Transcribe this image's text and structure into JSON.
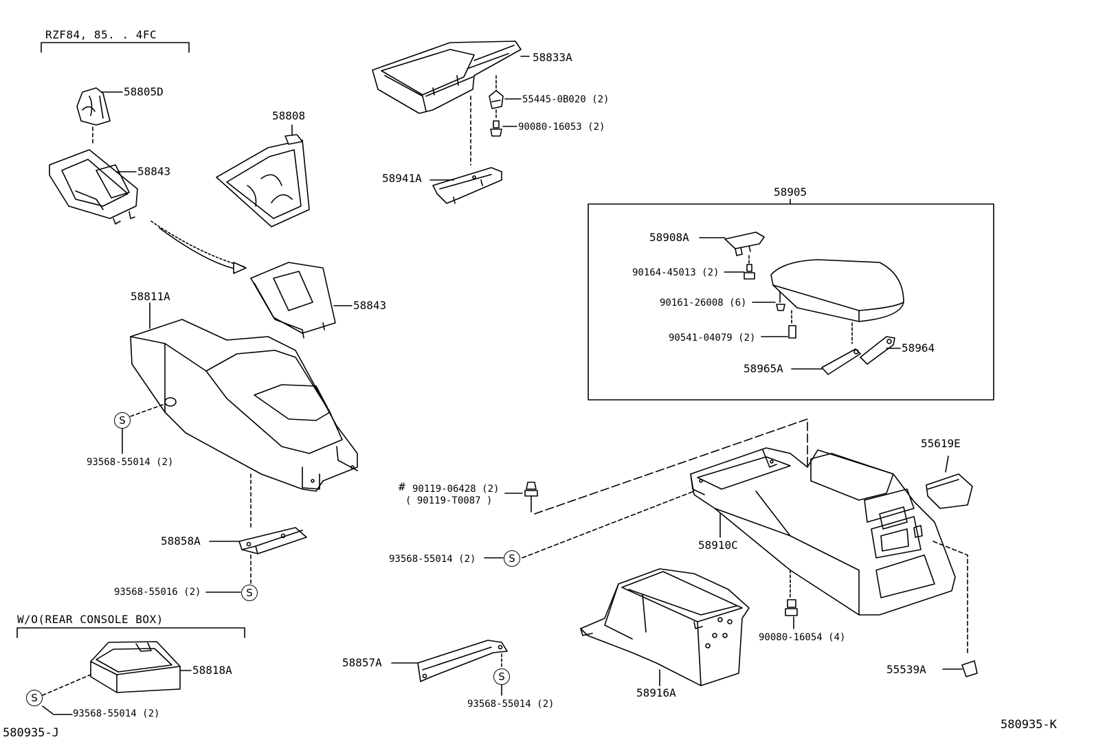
{
  "section_labels": {
    "rzf": "RZF84, 85. . 4FC",
    "wo_rear": "W/O(REAR CONSOLE BOX)",
    "box_58905": "58905"
  },
  "parts": {
    "p58805D": "58805D",
    "p58843a": "58843",
    "p58808": "58808",
    "p58843b": "58843",
    "p58811A": "58811A",
    "p93568_55014_a": "93568-55014 (2)",
    "p58858A": "58858A",
    "p93568_55016": "93568-55016 (2)",
    "p58818A": "58818A",
    "p93568_55014_b": "93568-55014 (2)",
    "p58833A": "58833A",
    "p55445": "55445-0B020 (2)",
    "p90080_16053": "90080-16053 (2)",
    "p58941A": "58941A",
    "p58908A": "58908A",
    "p90164": "90164-45013 (2)",
    "p90161": "90161-26008 (6)",
    "p90541": "90541-04079 (2)",
    "p58965A": "58965A",
    "p58964": "58964",
    "p90119_hash": "#",
    "p90119": "90119-06428 (2)",
    "p90119_alt": "( 90119-T0087 )",
    "p55619E": "55619E",
    "p93568_55014_c": "93568-55014 (2)",
    "p58910C": "58910C",
    "p90080_16054": "90080-16054 (4)",
    "p58857A": "58857A",
    "p93568_55014_d": "93568-55014 (2)",
    "p58916A": "58916A",
    "p55539A": "55539A"
  },
  "s_symbol": "S",
  "footer": {
    "left_ref": "580935-J",
    "right_ref": "580935-K"
  },
  "colors": {
    "ink": "#000000",
    "paper": "#ffffff"
  }
}
